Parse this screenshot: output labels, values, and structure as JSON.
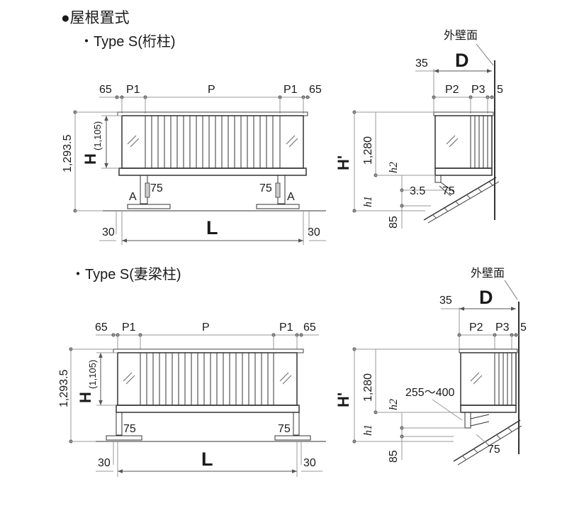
{
  "title": "●屋根置式",
  "section1": {
    "heading": "・Type S(桁柱)",
    "front": {
      "top_dims": [
        "65",
        "P1",
        "P",
        "P1",
        "65"
      ],
      "height_total": "1,293.5",
      "height_h": "H",
      "height_h_sub": "(1,105)",
      "post_dim_left": "75",
      "post_dim_right": "75",
      "post_label_left": "A",
      "post_label_right": "A",
      "bottom_left": "30",
      "bottom_right": "30",
      "length": "L"
    },
    "side": {
      "wall_label": "外壁面",
      "offset": "35",
      "depth": "D",
      "top_dims": [
        "P2",
        "P3",
        "5"
      ],
      "height_main": "1,280",
      "height_total": "H'",
      "h2": "h2",
      "h1": "h1",
      "gap": "3.5",
      "post_dim": "75",
      "base": "85"
    }
  },
  "section2": {
    "heading": "・Type S(妻梁柱)",
    "front": {
      "top_dims": [
        "65",
        "P1",
        "P",
        "P1",
        "65"
      ],
      "height_total": "1,293.5",
      "height_h": "H",
      "height_h_sub": "(1,105)",
      "post_dim_left": "75",
      "post_dim_right": "75",
      "bottom_left": "30",
      "bottom_right": "30",
      "length": "L"
    },
    "side": {
      "wall_label": "外壁面",
      "offset": "35",
      "depth": "D",
      "top_dims": [
        "P2",
        "P3",
        "5"
      ],
      "height_main": "1,280",
      "height_total": "H'",
      "h2": "h2",
      "h1": "h1",
      "range": "255～400",
      "post_dim": "75",
      "base": "85"
    }
  }
}
